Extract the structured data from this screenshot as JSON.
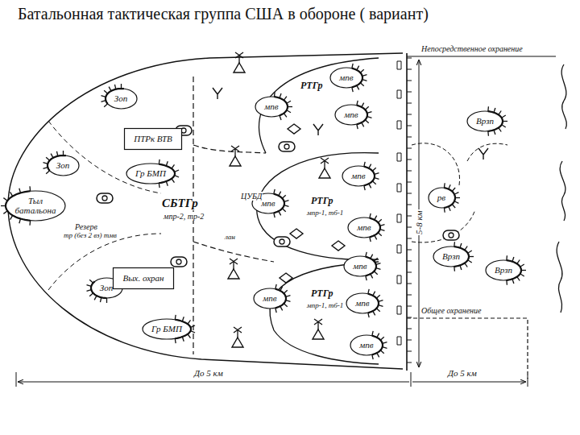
{
  "diagram": {
    "title": "Батальонная тактическая группа США в обороне ( вариант)",
    "nodes": [
      {
        "text": [
          "Зоп"
        ]
      },
      {
        "text": [
          "Зоп"
        ]
      },
      {
        "text": [
          "Тыл батальона"
        ]
      },
      {
        "text": [
          "Зоп"
        ]
      },
      {
        "text": [
          "Гр БМП"
        ]
      },
      {
        "text": [
          "Гр БМП"
        ]
      },
      {
        "text": [
          "ПТРк ВТВ"
        ]
      },
      {
        "text": [
          "Вых. охран"
        ]
      },
      {
        "text": [
          "мпв"
        ]
      },
      {
        "text": [
          "мпв"
        ]
      },
      {
        "text": [
          "мпв"
        ]
      },
      {
        "text": [
          "мпв"
        ]
      },
      {
        "text": [
          "мпв"
        ]
      },
      {
        "text": [
          "мпв"
        ]
      },
      {
        "text": [
          "мпв"
        ]
      },
      {
        "text": [
          "мпв"
        ]
      },
      {
        "text": [
          "мпв"
        ]
      },
      {
        "text": [
          "мпв"
        ]
      },
      {
        "text": [
          "Врзп"
        ]
      },
      {
        "text": [
          "рв"
        ]
      },
      {
        "text": [
          "Врзп"
        ]
      },
      {
        "text": [
          "Врзп"
        ]
      }
    ],
    "labels": [
      "Непосредственное охранение",
      "Общее охранение",
      "5-8 км",
      "До 5 км",
      "До 5 км",
      "СБТГр",
      "мпр-2, тр-2",
      "ЦУБД",
      "лан",
      "РТГр",
      "РТГр",
      "мпр-1, тб-1",
      "РТГр",
      "мпр-1, тб-1",
      "Резерв",
      "тр (без 2 вз) тмв"
    ]
  }
}
